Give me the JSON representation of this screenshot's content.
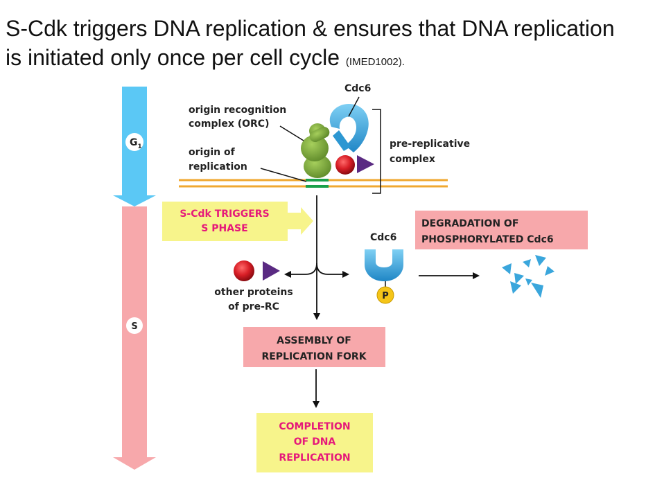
{
  "title": {
    "main": "S-Cdk triggers DNA replication & ensures that DNA replication is initiated only once per cell cycle",
    "reference": "(IMED1002)."
  },
  "phases": {
    "g1": {
      "letter": "G",
      "subscript": "1"
    },
    "s": {
      "letter": "S"
    }
  },
  "labels": {
    "cdc6_top": "Cdc6",
    "orc_line1": "origin recognition",
    "orc_line2": "complex (ORC)",
    "origin_line1": "origin of",
    "origin_line2": "replication",
    "prerep_line1": "pre-replicative",
    "prerep_line2": "complex",
    "cdc6_mid": "Cdc6",
    "phospho": "P",
    "other_line1": "other proteins",
    "other_line2": "of pre-RC"
  },
  "boxes": {
    "trigger": {
      "line1": "S-Cdk TRIGGERS",
      "line2": "S PHASE"
    },
    "degradation": {
      "line1": "DEGRADATION OF",
      "line2": "PHOSPHORYLATED Cdc6"
    },
    "assembly": {
      "line1": "ASSEMBLY OF",
      "line2": "REPLICATION FORK"
    },
    "completion": {
      "line1": "COMPLETION",
      "line2": "OF DNA",
      "line3": "REPLICATION"
    }
  },
  "colors": {
    "g1_arrow": "#5bc8f5",
    "s_arrow": "#f7a8ab",
    "yellow_box": "#f7f48b",
    "pink_box": "#f7a8ab",
    "magenta_text": "#e5197a",
    "dna_strand": "#f0a830",
    "origin_mark": "#1aa04a",
    "orc_green": "#7aa83a",
    "cdc6_blue": "#3aa6dc",
    "mcm_red": "#d81e26",
    "purple_triangle": "#5a2a82",
    "phospho_yellow": "#f5c518"
  }
}
